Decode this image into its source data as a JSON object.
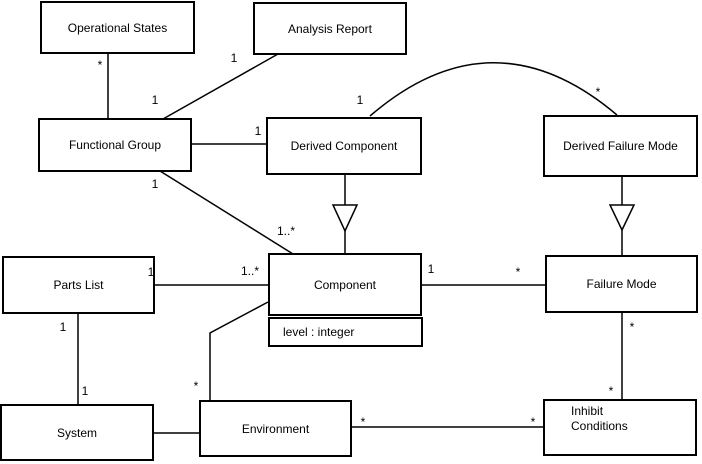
{
  "diagram": {
    "type": "uml-class-diagram",
    "background_color": "#ffffff",
    "line_color": "#000000",
    "classes": [
      {
        "name": "Operational States"
      },
      {
        "name": "Analysis Report"
      },
      {
        "name": "Functional Group"
      },
      {
        "name": "Derived Component"
      },
      {
        "name": "Derived Failure Mode"
      },
      {
        "name": "Parts List"
      },
      {
        "name": "Component",
        "attributes": [
          "level : integer"
        ]
      },
      {
        "name": "Failure Mode"
      },
      {
        "name": "System"
      },
      {
        "name": "Environment"
      },
      {
        "name": "Inhibit Conditions",
        "name_lines": [
          "Inhibit",
          "Conditions"
        ]
      }
    ],
    "associations": [
      {
        "from": "Operational States",
        "to": "Functional Group",
        "labels": [
          "*",
          "1"
        ]
      },
      {
        "from": "Analysis Report",
        "to": "Functional Group",
        "labels": [
          "1"
        ]
      },
      {
        "from": "Functional Group",
        "to": "Derived Component",
        "labels": [
          "1"
        ]
      },
      {
        "from": "Derived Component",
        "to": "Derived Failure Mode",
        "labels": [
          "1",
          "*"
        ]
      },
      {
        "from": "Functional Group",
        "to": "Component",
        "labels": [
          "1",
          "1..*"
        ]
      },
      {
        "from": "Parts List",
        "to": "Component",
        "labels": [
          "1",
          "1..*"
        ]
      },
      {
        "from": "Component",
        "to": "Failure Mode",
        "labels": [
          "1",
          "*"
        ]
      },
      {
        "from": "Parts List",
        "to": "System",
        "labels": [
          "1",
          "1"
        ]
      },
      {
        "from": "Component",
        "to": "Environment",
        "labels": [
          "*"
        ]
      },
      {
        "from": "System",
        "to": "Environment",
        "labels": []
      },
      {
        "from": "Environment",
        "to": "Inhibit Conditions",
        "labels": [
          "*",
          "*"
        ]
      },
      {
        "from": "Failure Mode",
        "to": "Inhibit Conditions",
        "labels": [
          "*",
          "*"
        ]
      }
    ],
    "generalizations": [
      {
        "from": "Derived Component",
        "to": "Component"
      },
      {
        "from": "Derived Failure Mode",
        "to": "Failure Mode"
      }
    ]
  }
}
